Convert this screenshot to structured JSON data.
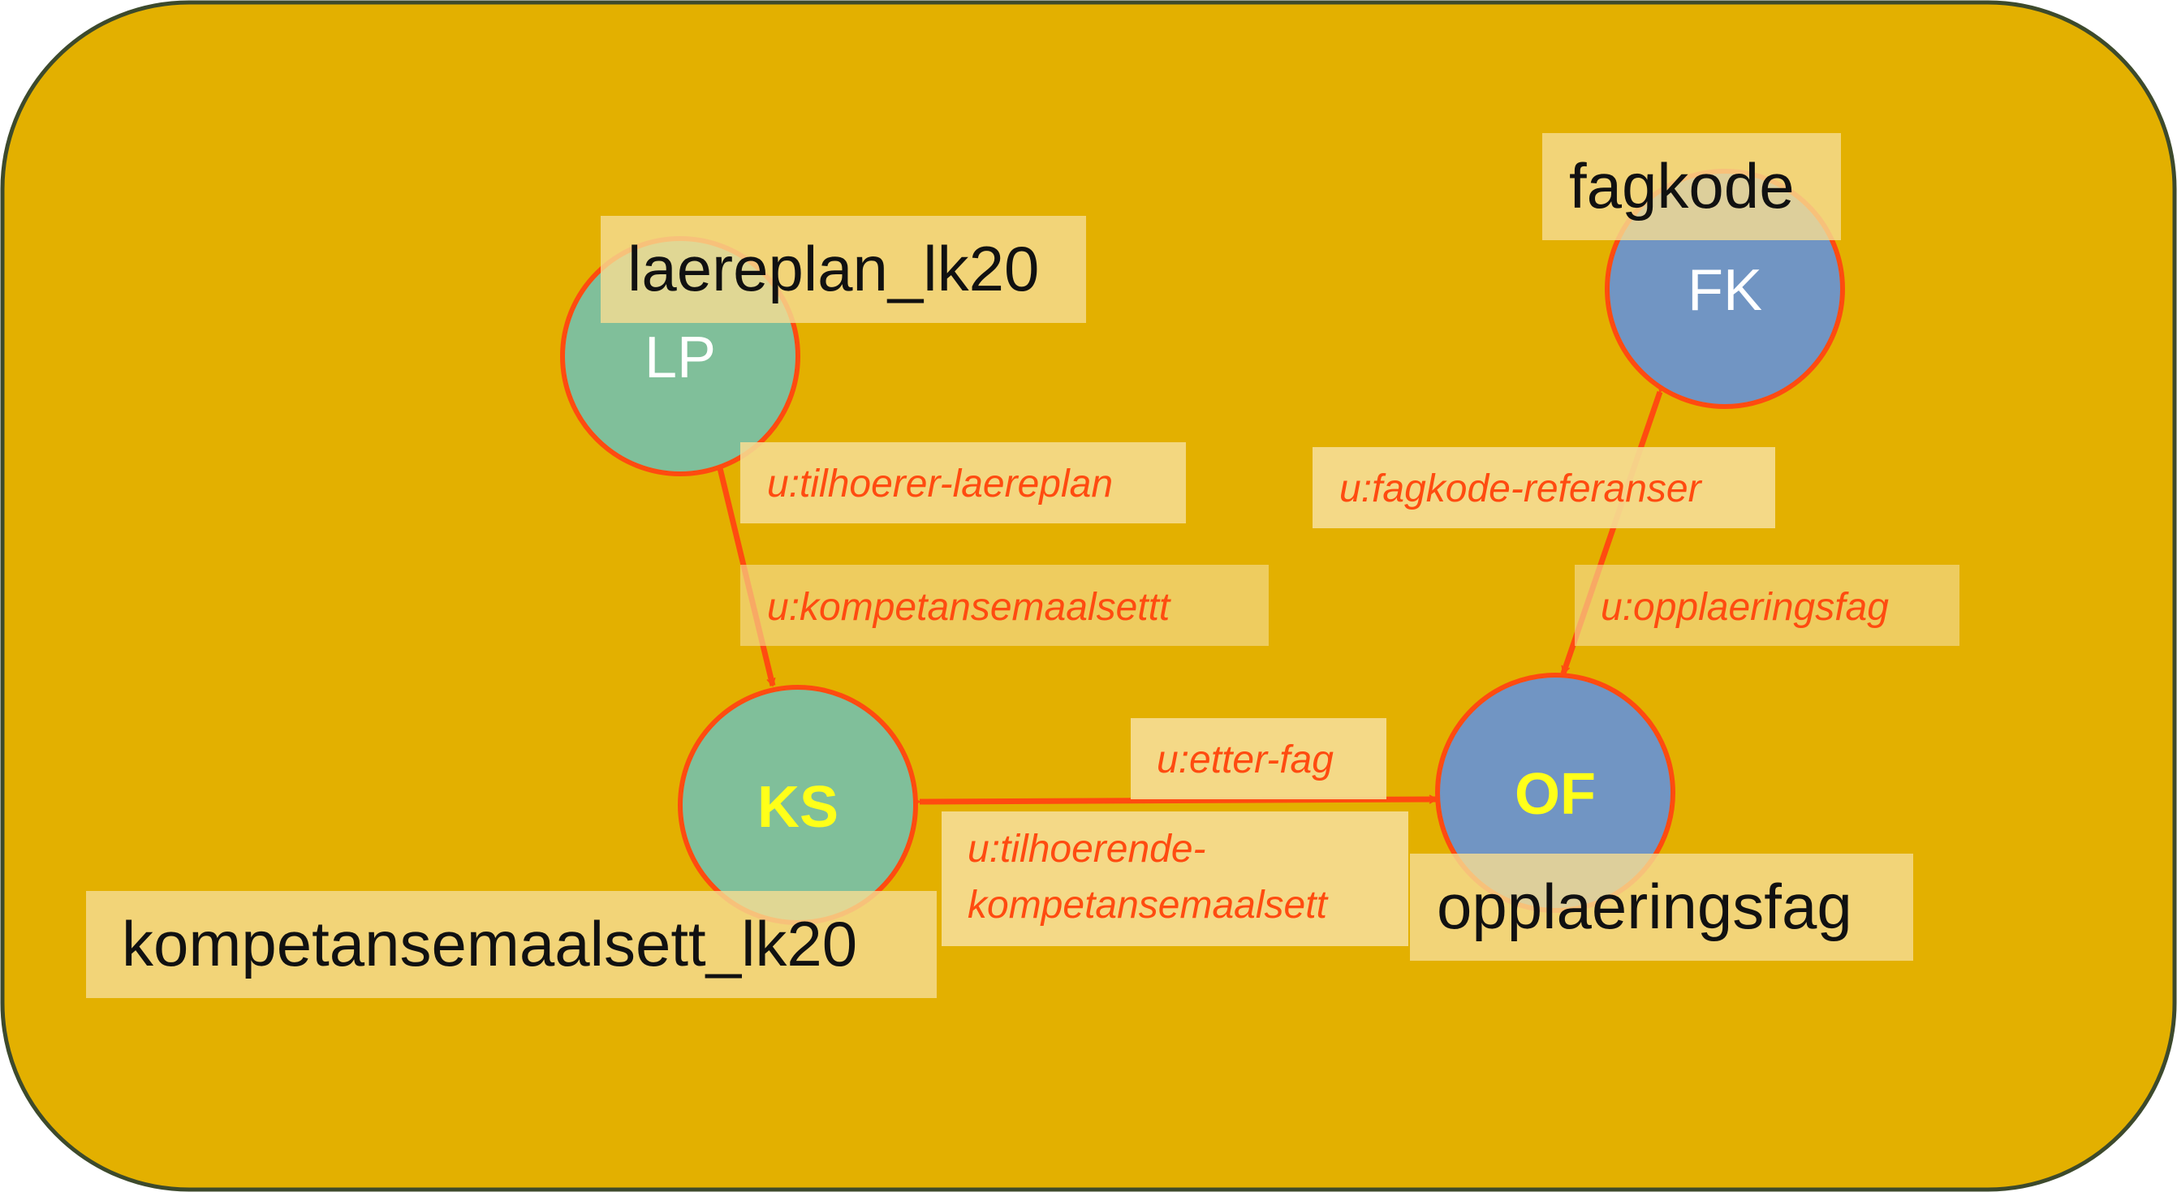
{
  "colors": {
    "background": "#e3b000",
    "border": "#3d4a2c",
    "green_node": "#80bf9a",
    "blue_node": "#7195c3",
    "node_stroke": "#ff4b10",
    "arrow": "#ff4b10",
    "label_box": "#f5dc92",
    "edge_text": "#ff4b10",
    "node_text_white": "#ffffff",
    "node_text_yellow": "#ffff19",
    "black_text": "#111111"
  },
  "nodes": {
    "lp": {
      "abbr": "LP",
      "name": "laereplan_lk20",
      "icon": "circle-node"
    },
    "fk": {
      "abbr": "FK",
      "name": "fagkode",
      "icon": "circle-node"
    },
    "ks": {
      "abbr": "KS",
      "name": "kompetansemaalsett_lk20",
      "icon": "circle-node"
    },
    "of": {
      "abbr": "OF",
      "name": "opplaeringsfag",
      "icon": "circle-node"
    }
  },
  "edges": {
    "tilhoerer_laereplan": "u:tilhoerer-laereplan",
    "kompetansemaalsettt": "u:kompetansemaalsettt",
    "fagkode_referanser": "u:fagkode-referanser",
    "opplaeringsfag": "u:opplaeringsfag",
    "etter_fag": "u:etter-fag",
    "tilhoerende_line1": "u:tilhoerende-",
    "tilhoerende_line2": "kompetansemaalsett"
  }
}
